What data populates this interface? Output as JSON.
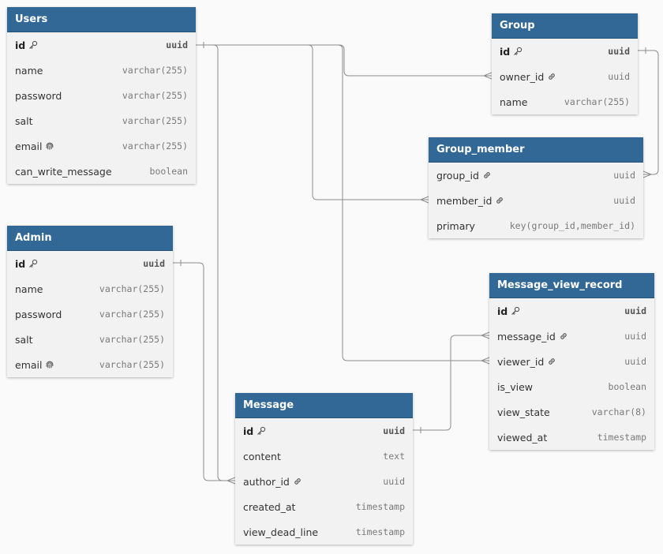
{
  "tables": [
    {
      "id": "users",
      "name": "Users",
      "fields": [
        {
          "name": "id",
          "type": "uuid",
          "pk": true,
          "icon": "key-icon"
        },
        {
          "name": "name",
          "type": "varchar(255)"
        },
        {
          "name": "password",
          "type": "varchar(255)"
        },
        {
          "name": "salt",
          "type": "varchar(255)"
        },
        {
          "name": "email",
          "type": "varchar(255)",
          "icon": "fingerprint-icon"
        },
        {
          "name": "can_write_message",
          "type": "boolean"
        }
      ]
    },
    {
      "id": "admin",
      "name": "Admin",
      "fields": [
        {
          "name": "id",
          "type": "uuid",
          "pk": true,
          "icon": "key-icon"
        },
        {
          "name": "name",
          "type": "varchar(255)"
        },
        {
          "name": "password",
          "type": "varchar(255)"
        },
        {
          "name": "salt",
          "type": "varchar(255)"
        },
        {
          "name": "email",
          "type": "varchar(255)",
          "icon": "fingerprint-icon"
        }
      ]
    },
    {
      "id": "group",
      "name": "Group",
      "fields": [
        {
          "name": "id",
          "type": "uuid",
          "pk": true,
          "icon": "key-icon"
        },
        {
          "name": "owner_id",
          "type": "uuid",
          "icon": "link-icon"
        },
        {
          "name": "name",
          "type": "varchar(255)"
        }
      ]
    },
    {
      "id": "group_member",
      "name": "Group_member",
      "fields": [
        {
          "name": "group_id",
          "type": "uuid",
          "icon": "link-icon"
        },
        {
          "name": "member_id",
          "type": "uuid",
          "icon": "link-icon"
        },
        {
          "name": "primary",
          "type": "key(group_id,member_id)"
        }
      ]
    },
    {
      "id": "message_view_record",
      "name": "Message_view_record",
      "fields": [
        {
          "name": "id",
          "type": "uuid",
          "pk": true,
          "icon": "key-icon"
        },
        {
          "name": "message_id",
          "type": "uuid",
          "icon": "link-icon"
        },
        {
          "name": "viewer_id",
          "type": "uuid",
          "icon": "link-icon"
        },
        {
          "name": "is_view",
          "type": "boolean"
        },
        {
          "name": "view_state",
          "type": "varchar(8)"
        },
        {
          "name": "viewed_at",
          "type": "timestamp"
        }
      ]
    },
    {
      "id": "message",
      "name": "Message",
      "fields": [
        {
          "name": "id",
          "type": "uuid",
          "pk": true,
          "icon": "key-icon"
        },
        {
          "name": "content",
          "type": "text"
        },
        {
          "name": "author_id",
          "type": "uuid",
          "icon": "link-icon"
        },
        {
          "name": "created_at",
          "type": "timestamp"
        },
        {
          "name": "view_dead_line",
          "type": "timestamp"
        }
      ]
    }
  ],
  "relations": [
    {
      "from": "users.id",
      "to": "group.owner_id"
    },
    {
      "from": "users.id",
      "to": "group_member.member_id"
    },
    {
      "from": "users.id",
      "to": "message_view_record.viewer_id"
    },
    {
      "from": "users.id",
      "to": "message.author_id"
    },
    {
      "from": "admin.id",
      "to": "message.author_id"
    },
    {
      "from": "group.id",
      "to": "group_member.group_id"
    },
    {
      "from": "message.id",
      "to": "message_view_record.message_id"
    }
  ],
  "colors": {
    "header_bg": "#316896",
    "header_text": "#ffffff",
    "body_bg": "#f2f2f2",
    "line": "#8c8c8c",
    "canvas_bg": "#fafafa"
  }
}
